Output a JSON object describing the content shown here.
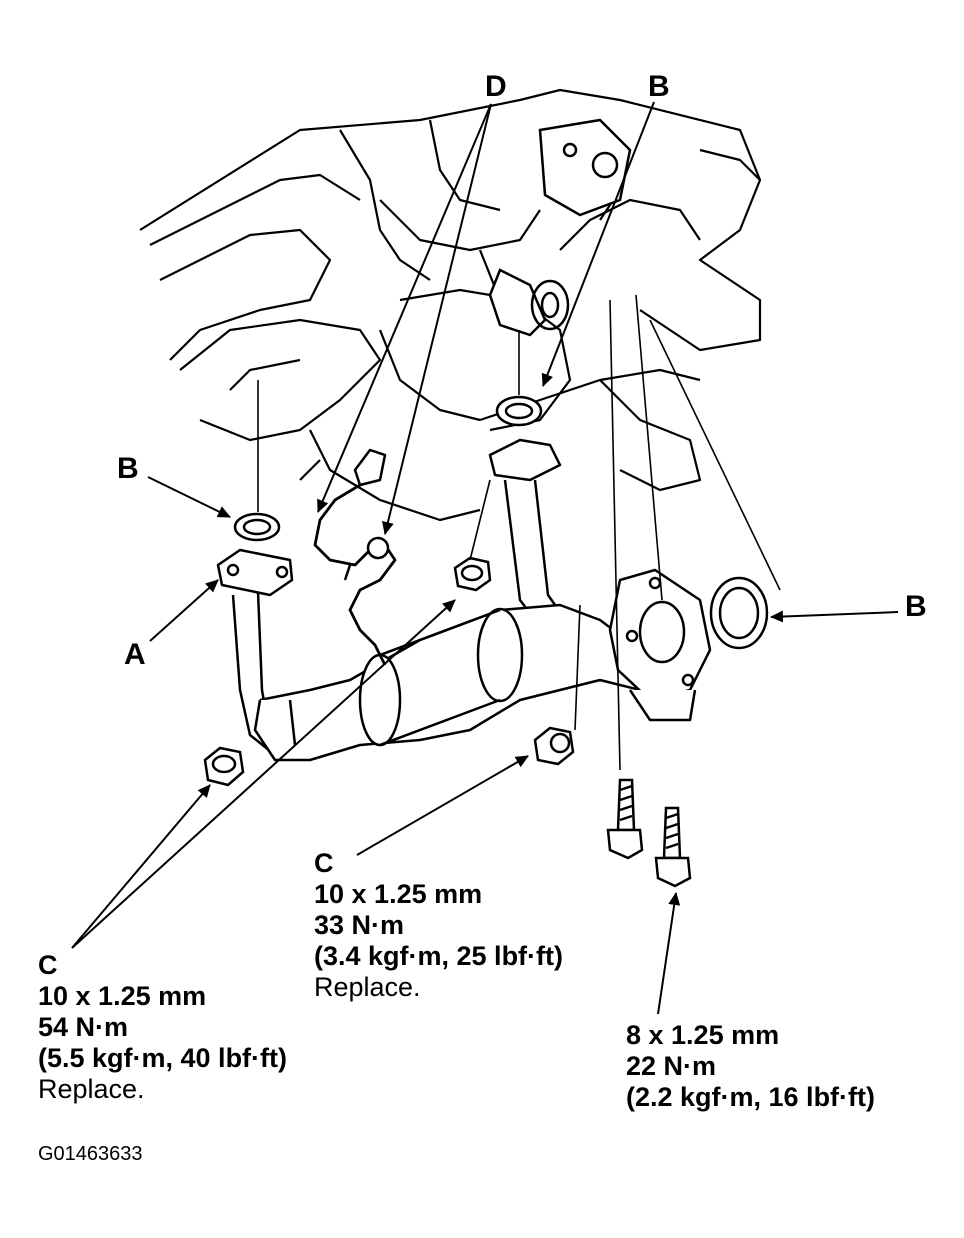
{
  "callouts": {
    "d_top": "D",
    "b_top": "B",
    "b_left": "B",
    "a_left": "A",
    "b_right": "B"
  },
  "specs": {
    "c_left": {
      "letter": "C",
      "size": "10 x 1.25 mm",
      "torque": "54 N·m",
      "alt": "(5.5 kgf·m, 40 lbf·ft)",
      "note": "Replace."
    },
    "c_mid": {
      "letter": "C",
      "size": "10 x 1.25 mm",
      "torque": "33 N·m",
      "alt": "(3.4 kgf·m, 25 lbf·ft)",
      "note": "Replace."
    },
    "bolt_right": {
      "size": "8 x 1.25 mm",
      "torque": "22 N·m",
      "alt": "(2.2 kgf·m, 16 lbf·ft)"
    }
  },
  "figure_id": "G01463633"
}
